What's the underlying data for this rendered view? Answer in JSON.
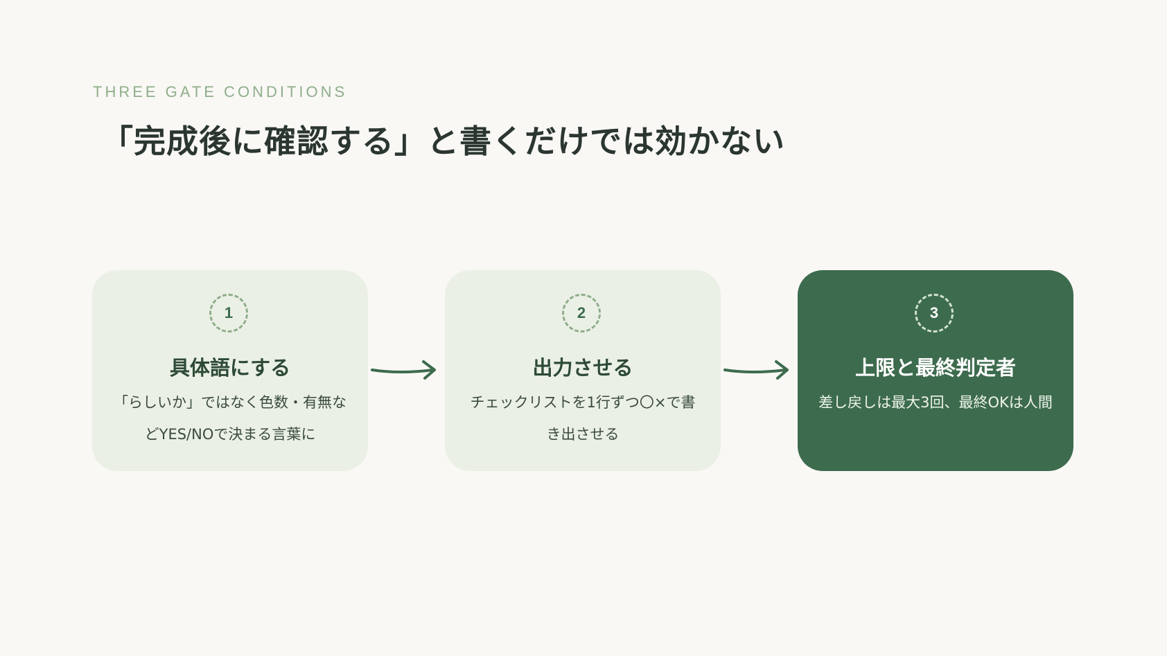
{
  "header": {
    "eyebrow": "THREE GATE CONDITIONS",
    "title": "「完成後に確認する」と書くだけでは効かない"
  },
  "colors": {
    "background": "#f9f8f5",
    "card_light": "#ebf0e6",
    "card_dark": "#3d6b4e",
    "accent_green": "#3d6b4e",
    "muted_green": "#8fae8a"
  },
  "steps": [
    {
      "number": "1",
      "title": "具体語にする",
      "body": "「らしいか」ではなく色数・有無などYES/NOで決まる言葉に"
    },
    {
      "number": "2",
      "title": "出力させる",
      "body": "チェックリストを1行ずつ〇×で書き出させる"
    },
    {
      "number": "3",
      "title": "上限と最終判定者",
      "body": "差し戻しは最大3回、最終OKは人間"
    }
  ],
  "connectors": [
    {
      "icon": "arrow-right-icon"
    },
    {
      "icon": "arrow-right-icon"
    }
  ]
}
